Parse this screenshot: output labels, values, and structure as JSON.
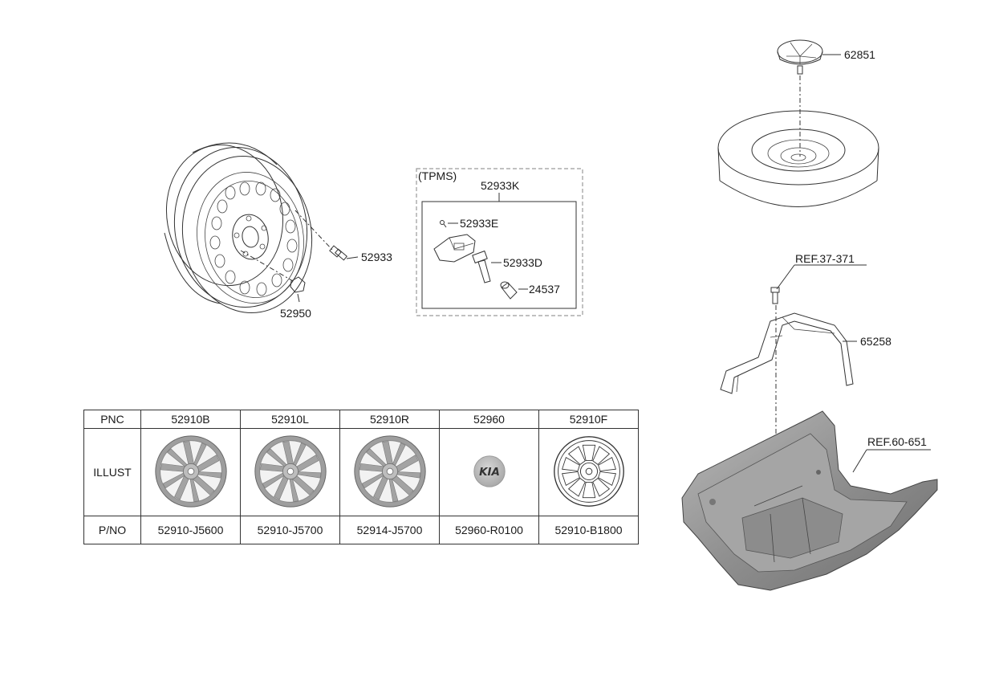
{
  "callouts": {
    "p62851": "62851",
    "p52933": "52933",
    "p52950": "52950",
    "tpms_group": "(TPMS)",
    "p52933K": "52933K",
    "p52933E": "52933E",
    "p52933D": "52933D",
    "p24537": "24537",
    "ref37": "REF.37-371",
    "p65258": "65258",
    "ref60": "REF.60-651"
  },
  "table": {
    "row_headers": {
      "pnc": "PNC",
      "illust": "ILLUST",
      "pno": "P/NO"
    },
    "columns": [
      {
        "pnc": "52910B",
        "pno": "52910-J5600",
        "illust": "alloy-wheel-sport"
      },
      {
        "pnc": "52910L",
        "pno": "52910-J5700",
        "illust": "alloy-wheel-sport"
      },
      {
        "pnc": "52910R",
        "pno": "52914-J5700",
        "illust": "alloy-wheel-sport"
      },
      {
        "pnc": "52960",
        "pno": "52960-R0100",
        "illust": "wheel-center-cap",
        "logo_text": "KIA"
      },
      {
        "pnc": "52910F",
        "pno": "52910-B1800",
        "illust": "steel-wheel-cover"
      }
    ]
  },
  "colors": {
    "line": "#333333",
    "wheel_gray": "#9c9c9c",
    "tray_gray": "#8a8a8a",
    "dash_box": "#9a9a9a"
  }
}
